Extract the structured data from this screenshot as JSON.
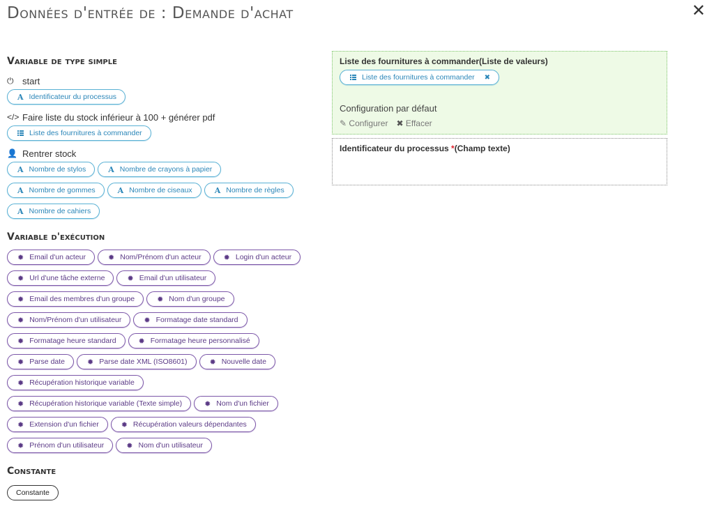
{
  "page": {
    "title": "Données d'entrée de : Demande d'achat",
    "close_symbol": "✕"
  },
  "simple": {
    "title": "Variable de type simple",
    "blocks": [
      {
        "icon": "power-icon",
        "glyph": "⏻",
        "label": "start",
        "chips": [
          "Identificateur du processus"
        ],
        "chip_icon": "letter-a-icon"
      },
      {
        "icon": "code-icon",
        "glyph": "</>",
        "label": "Faire liste du stock inférieur à 100 + générer pdf",
        "chips": [
          "Liste des fournitures à commander"
        ],
        "chip_icon": "list-icon"
      },
      {
        "icon": "user-icon",
        "glyph": "👤",
        "label": "Rentrer stock",
        "chips": [
          "Nombre de stylos",
          "Nombre de crayons à papier",
          "Nombre de gommes",
          "Nombre de ciseaux",
          "Nombre de règles",
          "Nombre de cahiers"
        ],
        "chip_icon": "letter-a-icon"
      }
    ]
  },
  "execution": {
    "title": "Variable d'exécution",
    "chips": [
      "Email d'un acteur",
      "Nom/Prénom d'un acteur",
      "Login d'un acteur",
      "Url d'une tâche externe",
      "Email d'un utilisateur",
      "Email des membres d'un groupe",
      "Nom d'un groupe",
      "Nom/Prénom d'un utilisateur",
      "Formatage date standard",
      "Formatage heure standard",
      "Formatage heure personnalisé",
      "Parse date",
      "Parse date XML (ISO8601)",
      "Nouvelle date",
      "Récupération historique variable",
      "Récupération historique variable (Texte simple)",
      "Nom d'un fichier",
      "Extension d'un fichier",
      "Récupération valeurs dépendantes",
      "Prénom d'un utilisateur",
      "Nom d'un utilisateur"
    ]
  },
  "constant": {
    "title": "Constante",
    "chips": [
      "Constante"
    ]
  },
  "panels": {
    "list_panel": {
      "title": "Liste des fournitures à commander(Liste de valeurs)",
      "chip": "Liste des fournitures à commander",
      "remove_symbol": "✖",
      "config_label": "Configuration par défaut",
      "configure": "Configurer",
      "clear": "Effacer"
    },
    "id_panel": {
      "title": "Identificateur du processus ",
      "required": "*",
      "type": "(Champ texte)"
    }
  },
  "colors": {
    "blue": "#58b0d4",
    "purple": "#7b56a8",
    "green_bg": "#eefae6",
    "required": "#e0242f"
  }
}
